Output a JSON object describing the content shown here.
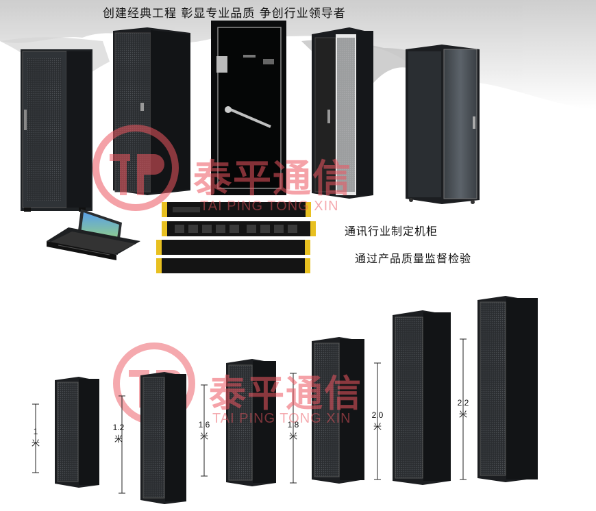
{
  "slogan": "创建经典工程  彰显专业品质  争创行业领导者",
  "captions": {
    "line1": "通讯行业制定机柜",
    "line2": "通过产品质量监督检验"
  },
  "watermark": {
    "chinese": "泰平通信",
    "english": "TAI PING TONG XIN",
    "color": "#ec5660"
  },
  "height_labels": [
    {
      "value": "1",
      "unit": "米"
    },
    {
      "value": "1.2",
      "unit": "米"
    },
    {
      "value": "1.6",
      "unit": "米"
    },
    {
      "value": "1.8",
      "unit": "米"
    },
    {
      "value": "2.0",
      "unit": "米"
    },
    {
      "value": "2.2",
      "unit": "米"
    }
  ],
  "colors": {
    "cabinet": "#2a2d30",
    "cabinet_dark": "#15171a",
    "pdu_yellow": "#e8c020"
  }
}
